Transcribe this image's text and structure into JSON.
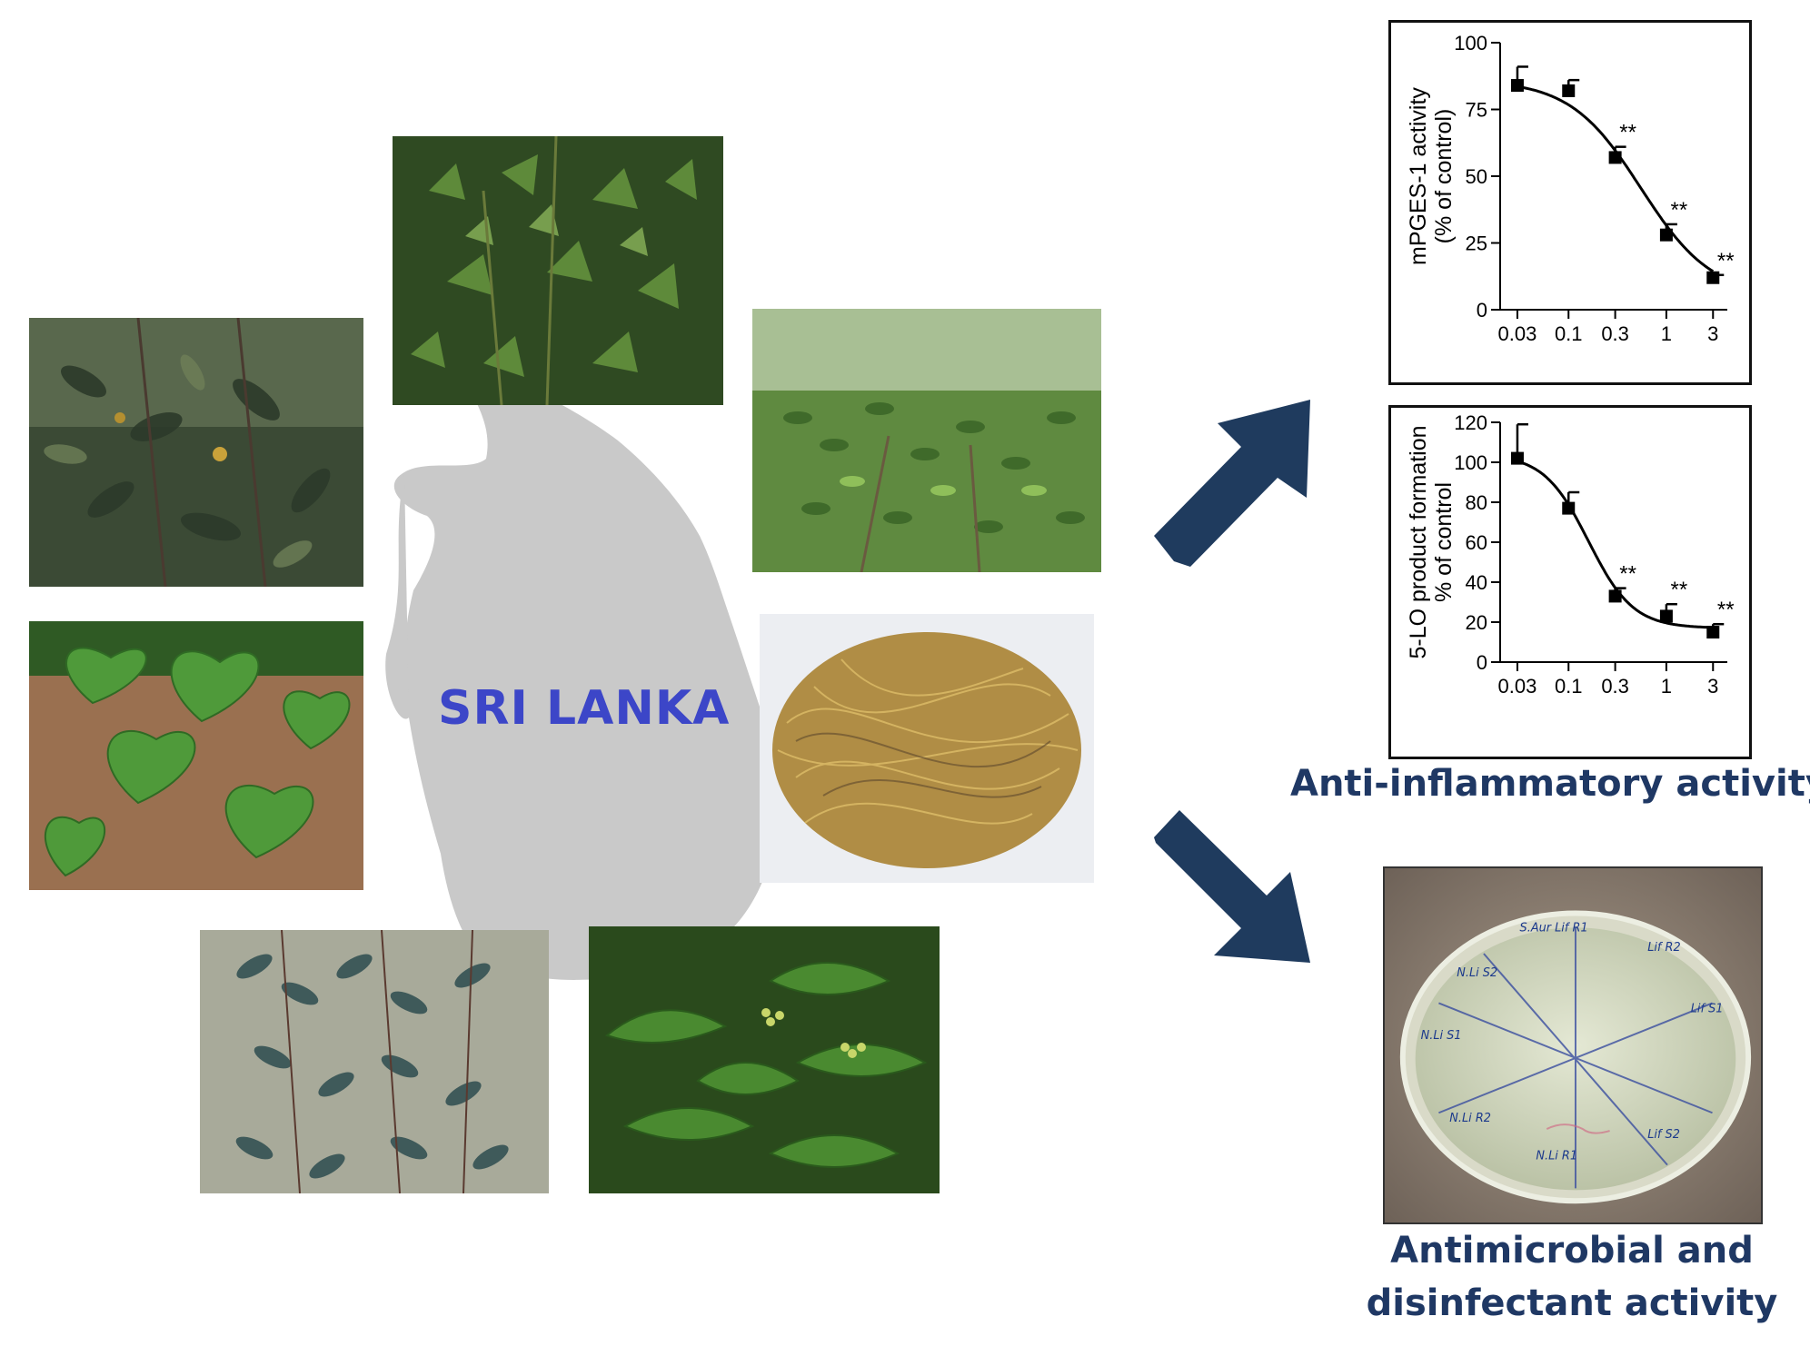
{
  "map": {
    "label": "SRI LANKA",
    "fill_color": "#c9c9c9"
  },
  "photos": [
    {
      "subject": "plant-climber-dark-leaves"
    },
    {
      "subject": "plant-shrub-lobed-leaves"
    },
    {
      "subject": "plant-tree-pinnate-leaves"
    },
    {
      "subject": "plant-heart-shaped-leaves"
    },
    {
      "subject": "plant-dried-thread-stems"
    },
    {
      "subject": "plant-vine-on-trunk"
    },
    {
      "subject": "plant-flowering-herb"
    }
  ],
  "arrows": {
    "color": "#1f3b5e",
    "up": "arrow-up-right-icon",
    "down": "arrow-down-right-icon"
  },
  "captions": {
    "anti_inflammatory": "Anti-inflammatory activity",
    "antimicrobial_line1": "Antimicrobial and",
    "antimicrobial_line2": "disinfectant activity",
    "color": "#1f3864"
  },
  "chart_data": [
    {
      "type": "scatter",
      "ylabel_line1": "mPGES-1 activity",
      "ylabel_line2": "(% of control)",
      "xscale": "log",
      "xticks": [
        0.03,
        0.1,
        0.3,
        1,
        3
      ],
      "xtick_labels": [
        "0.03",
        "0.1",
        "0.3",
        "1",
        "3"
      ],
      "yticks": [
        0,
        25,
        50,
        75,
        100
      ],
      "ytick_labels": [
        "0",
        "25",
        "50",
        "75",
        "100"
      ],
      "ylim": [
        0,
        100
      ],
      "points": [
        {
          "x": 0.03,
          "y": 84,
          "err": 7,
          "sig": ""
        },
        {
          "x": 0.1,
          "y": 82,
          "err": 4,
          "sig": ""
        },
        {
          "x": 0.3,
          "y": 57,
          "err": 4,
          "sig": "**"
        },
        {
          "x": 1,
          "y": 28,
          "err": 4,
          "sig": "**"
        },
        {
          "x": 3,
          "y": 12,
          "err": 1,
          "sig": "**"
        }
      ],
      "fit": {
        "top": 86,
        "bottom": 5,
        "ic50": 0.55,
        "hill": 1.2
      },
      "grid": false
    },
    {
      "type": "scatter",
      "ylabel_line1": "5-LO product formation",
      "ylabel_line2": "% of control",
      "xscale": "log",
      "xticks": [
        0.03,
        0.1,
        0.3,
        1,
        3
      ],
      "xtick_labels": [
        "0.03",
        "0.1",
        "0.3",
        "1",
        "3"
      ],
      "yticks": [
        0,
        20,
        40,
        60,
        80,
        100,
        120
      ],
      "ytick_labels": [
        "0",
        "20",
        "40",
        "60",
        "80",
        "100",
        "120"
      ],
      "ylim": [
        0,
        120
      ],
      "points": [
        {
          "x": 0.03,
          "y": 102,
          "err": 17,
          "sig": ""
        },
        {
          "x": 0.1,
          "y": 77,
          "err": 8,
          "sig": ""
        },
        {
          "x": 0.3,
          "y": 33,
          "err": 4,
          "sig": "**"
        },
        {
          "x": 1,
          "y": 23,
          "err": 6,
          "sig": "**"
        },
        {
          "x": 3,
          "y": 15,
          "err": 4,
          "sig": "**"
        }
      ],
      "fit": {
        "top": 104,
        "bottom": 17,
        "ic50": 0.16,
        "hill": 1.9
      },
      "grid": false
    }
  ],
  "petri_dish": {
    "labels": [
      "S.Aur Lif R1",
      "Lif R2",
      "Lif S1",
      "Lif S2",
      "N.Li R1",
      "N.Li R2",
      "N.Li S1",
      "N.Li S2"
    ]
  }
}
